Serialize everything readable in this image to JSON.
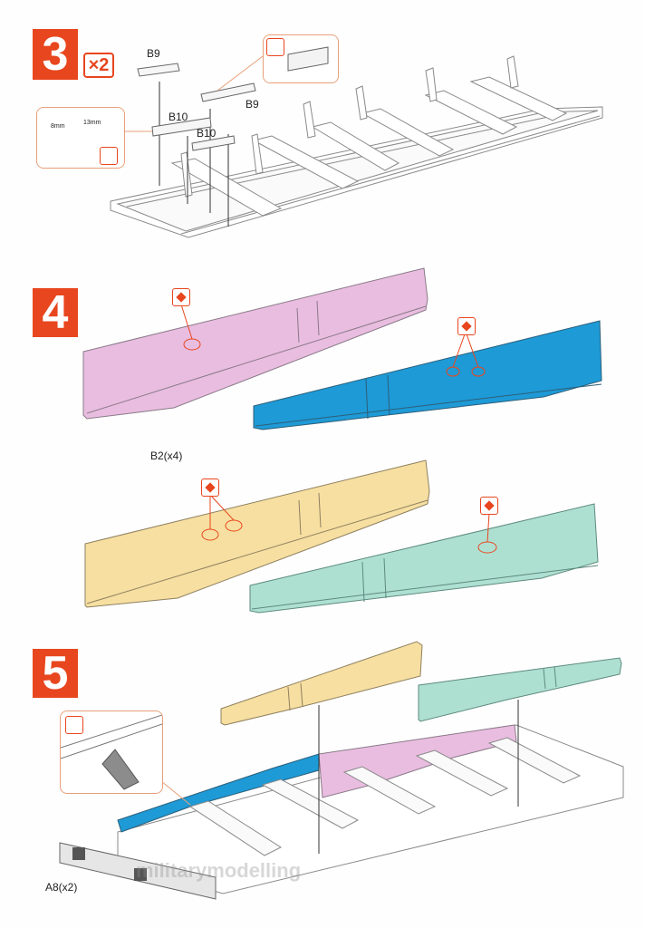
{
  "steps": [
    {
      "number": "3",
      "multiplier": "×2"
    },
    {
      "number": "4"
    },
    {
      "number": "5"
    }
  ],
  "step3": {
    "labels": {
      "b9_top": "B9",
      "b9_mid": "B9",
      "b10_left": "B10",
      "b10_mid": "B10"
    },
    "dims": {
      "a": "8mm",
      "b": "13mm"
    }
  },
  "step4": {
    "part_label": "B2(x4)"
  },
  "step5": {
    "part_label": "A8(x2)"
  },
  "watermark": "militarymodelling",
  "colors": {
    "accent": "#e8461e",
    "pink": "#e9bde0",
    "blue": "#1e9ad6",
    "yellow": "#f6dfa0",
    "green": "#aee0d2",
    "outline": "#888888"
  },
  "icons": [
    "zoom-icon",
    "glue-icon"
  ]
}
